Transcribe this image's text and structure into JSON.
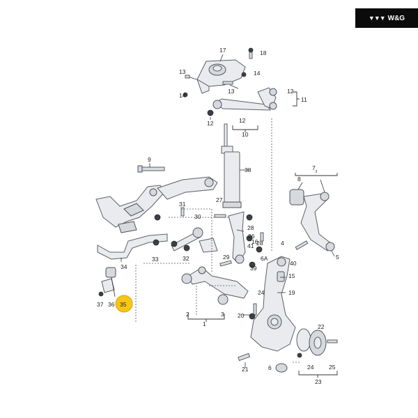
{
  "logo": {
    "text": "W&G"
  },
  "callouts": {
    "c1": "1",
    "c2": "2",
    "c3": "3",
    "c4": "4",
    "c5": "5",
    "c6": "6",
    "c6a": "6A",
    "c7": "7",
    "c8": "8",
    "c9": "9",
    "c10": "10",
    "c11": "11",
    "c12": "12",
    "c13": "13",
    "c14": "14",
    "c15": "15",
    "c16": "16",
    "c17": "17",
    "c18": "18",
    "c19": "19",
    "c20": "20",
    "c21": "21",
    "c22": "22",
    "c23": "23",
    "c24": "24",
    "c25": "25",
    "c26": "26",
    "c27": "27",
    "c28": "28",
    "c29": "29",
    "c30": "30",
    "c31": "31",
    "c32": "32",
    "c33": "33",
    "c34": "34",
    "c35": "35",
    "c36": "36",
    "c37": "37",
    "c38": "38",
    "c39": "39",
    "c40": "40",
    "c41": "41"
  },
  "highlight": {
    "part": "35",
    "color": "#f5c518"
  }
}
